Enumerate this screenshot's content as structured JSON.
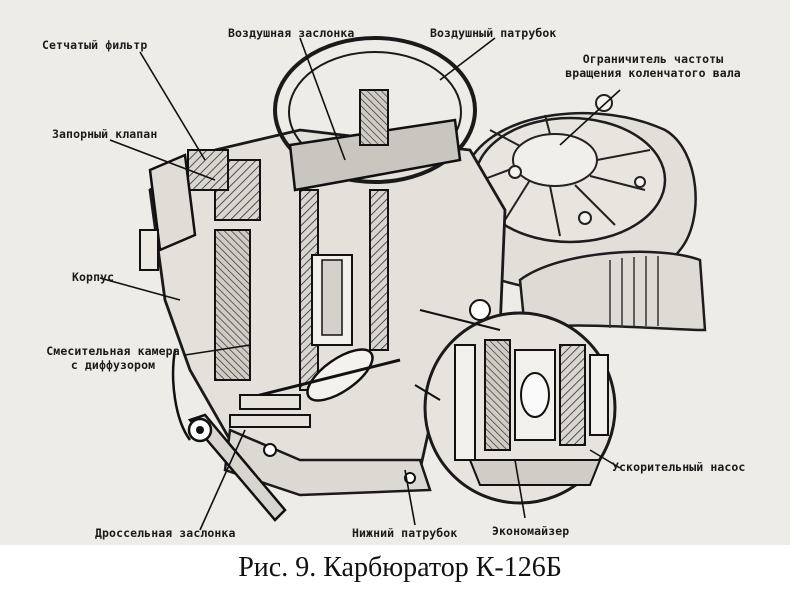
{
  "figure": {
    "caption": "Рис. 9. Карбюратор К-126Б",
    "labels": {
      "mesh_filter": "Сетчатый фильтр",
      "air_damper": "Воздушная заслонка",
      "air_inlet": "Воздушный патрубок",
      "crankshaft_limiter_line1": "Ограничитель частоты",
      "crankshaft_limiter_line2": "вращения коленчатого вала",
      "shutoff_valve": "Запорный клапан",
      "body": "Корпус",
      "mixing_chamber_line1": "Смесительная камера",
      "mixing_chamber_line2": "с диффузором",
      "accelerator_pump": "Ускорительный насос",
      "throttle_valve": "Дроссельная заслонка",
      "lower_pipe": "Нижний патрубок",
      "economizer": "Экономайзер"
    }
  }
}
